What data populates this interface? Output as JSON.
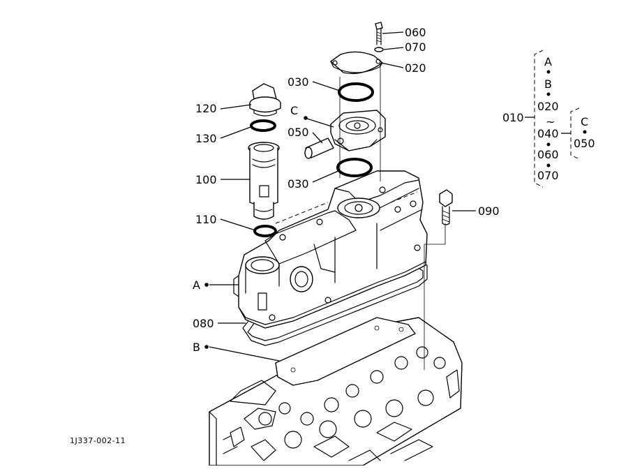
{
  "figure_id": "1J337-002-11",
  "callouts": {
    "c010": "010",
    "c020": "020",
    "c030a": "030",
    "c030b": "030",
    "c050": "050",
    "c060": "060",
    "c070": "070",
    "c080": "080",
    "c090": "090",
    "c100": "100",
    "c110": "110",
    "c120": "120",
    "c130": "130",
    "A": "A",
    "B": "B",
    "C": "C"
  },
  "bracket_main": {
    "top": "A",
    "second": "B",
    "third": "020",
    "range": "~",
    "fifth": "040",
    "sixth": "060",
    "seventh": "070"
  },
  "bracket_sub": {
    "top": "C",
    "bottom": "050"
  }
}
